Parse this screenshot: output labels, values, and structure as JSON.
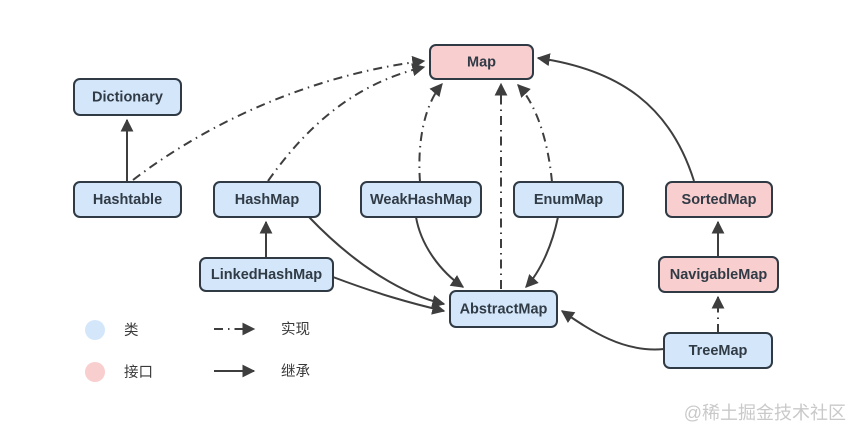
{
  "diagram": {
    "nodes": {
      "map": {
        "label": "Map",
        "type": "interface"
      },
      "dictionary": {
        "label": "Dictionary",
        "type": "class"
      },
      "hashtable": {
        "label": "Hashtable",
        "type": "class"
      },
      "hashmap": {
        "label": "HashMap",
        "type": "class"
      },
      "linkedhashmap": {
        "label": "LinkedHashMap",
        "type": "class"
      },
      "weakhashmap": {
        "label": "WeakHashMap",
        "type": "class"
      },
      "enummap": {
        "label": "EnumMap",
        "type": "class"
      },
      "abstractmap": {
        "label": "AbstractMap",
        "type": "class"
      },
      "sortedmap": {
        "label": "SortedMap",
        "type": "interface"
      },
      "navigablemap": {
        "label": "NavigableMap",
        "type": "interface"
      },
      "treemap": {
        "label": "TreeMap",
        "type": "class"
      }
    },
    "edges": [
      {
        "from": "Hashtable",
        "to": "Dictionary",
        "relation": "继承"
      },
      {
        "from": "Hashtable",
        "to": "Map",
        "relation": "实现"
      },
      {
        "from": "HashMap",
        "to": "Map",
        "relation": "实现"
      },
      {
        "from": "HashMap",
        "to": "AbstractMap",
        "relation": "继承"
      },
      {
        "from": "LinkedHashMap",
        "to": "HashMap",
        "relation": "继承"
      },
      {
        "from": "LinkedHashMap",
        "to": "AbstractMap",
        "relation": "继承"
      },
      {
        "from": "WeakHashMap",
        "to": "Map",
        "relation": "实现"
      },
      {
        "from": "WeakHashMap",
        "to": "AbstractMap",
        "relation": "继承"
      },
      {
        "from": "EnumMap",
        "to": "Map",
        "relation": "实现"
      },
      {
        "from": "EnumMap",
        "to": "AbstractMap",
        "relation": "继承"
      },
      {
        "from": "AbstractMap",
        "to": "Map",
        "relation": "实现"
      },
      {
        "from": "SortedMap",
        "to": "Map",
        "relation": "继承"
      },
      {
        "from": "NavigableMap",
        "to": "SortedMap",
        "relation": "继承"
      },
      {
        "from": "TreeMap",
        "to": "NavigableMap",
        "relation": "实现"
      },
      {
        "from": "TreeMap",
        "to": "AbstractMap",
        "relation": "继承"
      }
    ],
    "legend": {
      "class_label": "类",
      "interface_label": "接口",
      "implements_label": "实现",
      "extends_label": "继承"
    },
    "watermark": "@稀土掘金技术社区",
    "colors": {
      "class_fill": "#d4e7fa",
      "interface_fill": "#f9cece",
      "node_border": "#2f3a45",
      "arrow": "#3e3e3e",
      "watermark_text": "#c9c9c9",
      "background": "#ffffff"
    }
  }
}
